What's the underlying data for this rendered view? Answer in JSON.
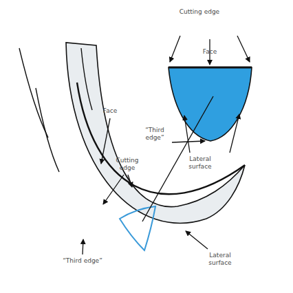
{
  "diagram": {
    "labels": [
      "Cutting edge",
      "Face",
      "Face",
      "“Third edge”",
      "Cutting edge",
      "Lateral surface",
      "“Third edge”",
      "Lateral surface"
    ]
  }
}
